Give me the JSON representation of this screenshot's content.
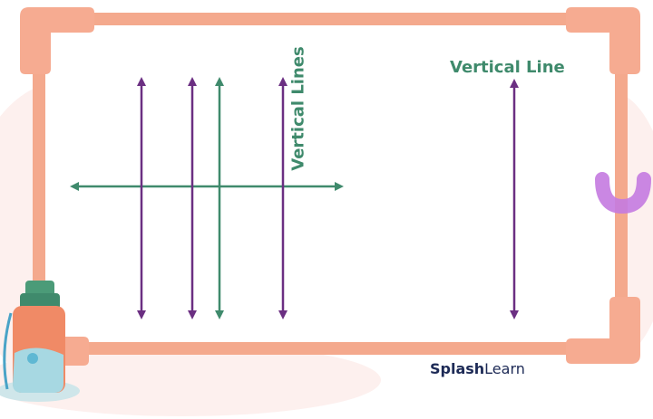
{
  "labels": {
    "left_group": "Vertical Lines",
    "right_single": "Vertical Line"
  },
  "brand": {
    "bold": "Splash",
    "regular": "Learn"
  },
  "colors": {
    "frame": "#f4a98d",
    "frame_corner": "#f6ab91",
    "purple_line": "#6b2f82",
    "green_line": "#3f8a6c",
    "label_green": "#3f8a6c",
    "brand_navy": "#1d2a56",
    "backdrop": "#fdf0ee",
    "magnet": "#c47ae0"
  },
  "diagram": {
    "vertical_lines": [
      {
        "name": "vertical-line-1",
        "color": "purple"
      },
      {
        "name": "vertical-line-2",
        "color": "purple"
      },
      {
        "name": "vertical-line-3",
        "color": "green"
      },
      {
        "name": "vertical-line-4",
        "color": "purple"
      },
      {
        "name": "vertical-line-5",
        "color": "purple"
      }
    ],
    "horizontal_lines": [
      {
        "name": "horizontal-line-1",
        "color": "green"
      }
    ]
  },
  "icons": {
    "bottle": "water-bottle-icon",
    "magnet": "magnet-icon"
  }
}
